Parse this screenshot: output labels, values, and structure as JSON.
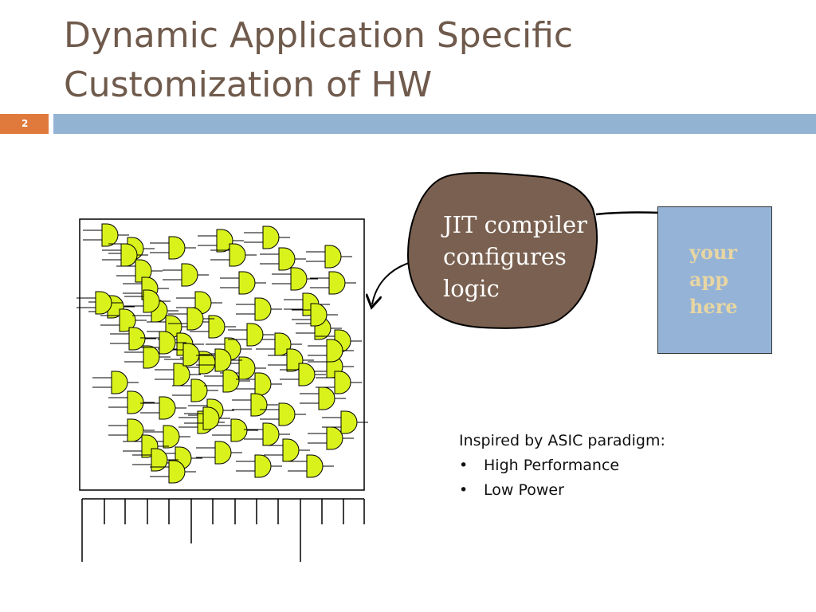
{
  "slide": {
    "title_lines": [
      "Dynamic Application Specific",
      "Customization of HW"
    ],
    "slide_number": "2"
  },
  "cloud": {
    "lines": [
      "JIT compiler",
      "configures",
      "logic"
    ],
    "fill_color": "#7a6050"
  },
  "app_box": {
    "lines": [
      "your",
      "app",
      "here"
    ],
    "fill_color": "#95b3d7"
  },
  "caption": {
    "intro": "Inspired by ASIC paradigm:",
    "bullets": [
      "High Performance",
      "Low Power"
    ]
  },
  "colors": {
    "title": "#6f5a4c",
    "accent_bar": "#93b3d3",
    "slide_number_box": "#e07a3c",
    "gate_fill": "#d9f21c"
  }
}
